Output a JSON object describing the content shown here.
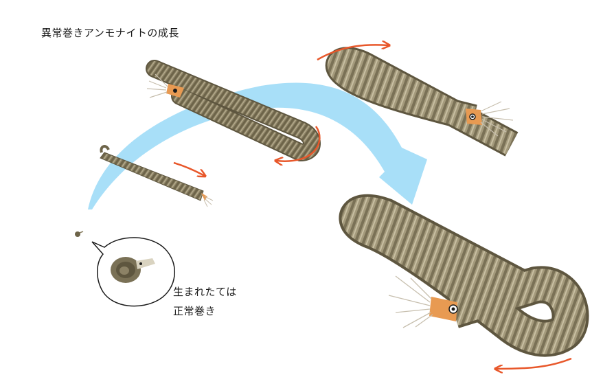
{
  "title": "異常巻きアンモナイトの成長",
  "caption": {
    "line1": "生まれたては",
    "line2": "正常巻き"
  },
  "colors": {
    "growth_arrow": "#9fdcf7",
    "direction_arrow": "#e8572a",
    "shell": "#8c8266",
    "shell_dark": "#5e563f",
    "shell_light": "#b8ae90",
    "body": "#e89a52"
  },
  "stages": [
    {
      "name": "hatchling-normal-coil"
    },
    {
      "name": "juvenile-straight-shell"
    },
    {
      "name": "young-hooked-shell"
    },
    {
      "name": "adult-folded-shell"
    },
    {
      "name": "mature-folded-shell"
    }
  ]
}
